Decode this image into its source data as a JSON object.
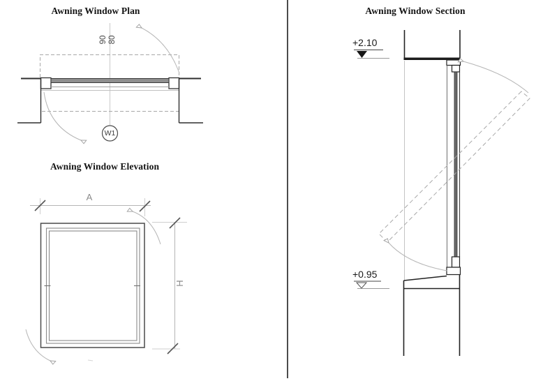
{
  "plan": {
    "title": "Awning Window Plan",
    "dim_left": "90",
    "dim_right": "80",
    "window_tag": "W1"
  },
  "elevation": {
    "title": "Awning Window Elevation",
    "width_label": "A",
    "height_label": "H"
  },
  "section": {
    "title": "Awning Window Section",
    "level_upper": "+2.10",
    "level_lower": "+0.95"
  },
  "colors": {
    "background": "#ffffff",
    "ink": "#1c1c1c",
    "frame_gray": "#6e6e6e",
    "dim_gray": "#9e9e9e",
    "centerline_gray": "#c4c4c4",
    "glazing_fill": "#6a6a6a"
  }
}
